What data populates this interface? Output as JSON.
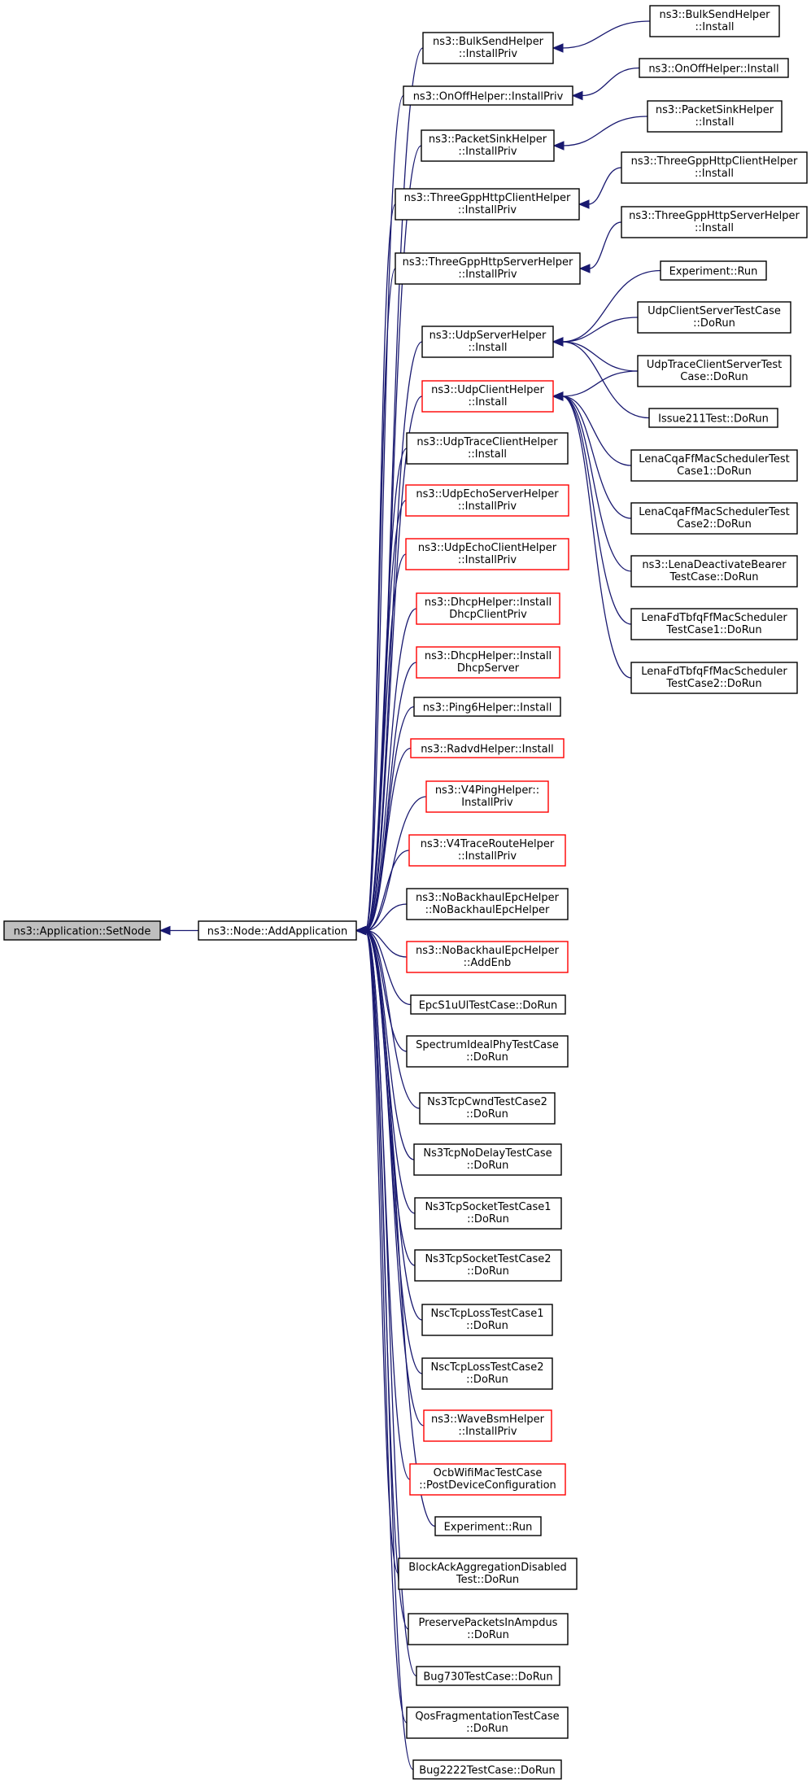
{
  "colors": {
    "edge": "#191970",
    "box_normal": "#000000",
    "box_truncated": "#ff0000",
    "box_root_fill": "#bfbfbf",
    "background": "#ffffff"
  },
  "graph": {
    "root": {
      "id": "root",
      "lines": [
        "ns3::Application::SetNode"
      ],
      "style": "root"
    },
    "hub": {
      "id": "hub",
      "lines": [
        "ns3::Node::AddApplication"
      ],
      "style": "normal"
    },
    "nodes": [
      {
        "id": "bulk",
        "lines": [
          "ns3::BulkSendHelper",
          "::InstallPriv"
        ],
        "style": "normal"
      },
      {
        "id": "onoff",
        "lines": [
          "ns3::OnOffHelper::InstallPriv"
        ],
        "style": "normal"
      },
      {
        "id": "sink",
        "lines": [
          "ns3::PacketSinkHelper",
          "::InstallPriv"
        ],
        "style": "normal"
      },
      {
        "id": "httpc",
        "lines": [
          "ns3::ThreeGppHttpClientHelper",
          "::InstallPriv"
        ],
        "style": "normal"
      },
      {
        "id": "https",
        "lines": [
          "ns3::ThreeGppHttpServerHelper",
          "::InstallPriv"
        ],
        "style": "normal"
      },
      {
        "id": "udpserver",
        "lines": [
          "ns3::UdpServerHelper",
          "::Install"
        ],
        "style": "normal"
      },
      {
        "id": "udpclient",
        "lines": [
          "ns3::UdpClientHelper",
          "::Install"
        ],
        "style": "truncated"
      },
      {
        "id": "udptrace",
        "lines": [
          "ns3::UdpTraceClientHelper",
          "::Install"
        ],
        "style": "normal"
      },
      {
        "id": "echoserver",
        "lines": [
          "ns3::UdpEchoServerHelper",
          "::InstallPriv"
        ],
        "style": "truncated"
      },
      {
        "id": "echoclient",
        "lines": [
          "ns3::UdpEchoClientHelper",
          "::InstallPriv"
        ],
        "style": "truncated"
      },
      {
        "id": "dhcpclient",
        "lines": [
          "ns3::DhcpHelper::Install",
          "DhcpClientPriv"
        ],
        "style": "truncated"
      },
      {
        "id": "dhcpserver",
        "lines": [
          "ns3::DhcpHelper::Install",
          "DhcpServer"
        ],
        "style": "truncated"
      },
      {
        "id": "ping6",
        "lines": [
          "ns3::Ping6Helper::Install"
        ],
        "style": "normal"
      },
      {
        "id": "radvd",
        "lines": [
          "ns3::RadvdHelper::Install"
        ],
        "style": "truncated"
      },
      {
        "id": "v4ping",
        "lines": [
          "ns3::V4PingHelper::",
          "InstallPriv"
        ],
        "style": "truncated"
      },
      {
        "id": "v4trace",
        "lines": [
          "ns3::V4TraceRouteHelper",
          "::InstallPriv"
        ],
        "style": "truncated"
      },
      {
        "id": "nobackhaul",
        "lines": [
          "ns3::NoBackhaulEpcHelper",
          "::NoBackhaulEpcHelper"
        ],
        "style": "normal"
      },
      {
        "id": "addenb",
        "lines": [
          "ns3::NoBackhaulEpcHelper",
          "::AddEnb"
        ],
        "style": "truncated"
      },
      {
        "id": "epcs1u",
        "lines": [
          "EpcS1uUlTestCase::DoRun"
        ],
        "style": "normal"
      },
      {
        "id": "spectrum",
        "lines": [
          "SpectrumIdealPhyTestCase",
          "::DoRun"
        ],
        "style": "normal"
      },
      {
        "id": "cwnd",
        "lines": [
          "Ns3TcpCwndTestCase2",
          "::DoRun"
        ],
        "style": "normal"
      },
      {
        "id": "nodelay",
        "lines": [
          "Ns3TcpNoDelayTestCase",
          "::DoRun"
        ],
        "style": "normal"
      },
      {
        "id": "sock1",
        "lines": [
          "Ns3TcpSocketTestCase1",
          "::DoRun"
        ],
        "style": "normal"
      },
      {
        "id": "sock2",
        "lines": [
          "Ns3TcpSocketTestCase2",
          "::DoRun"
        ],
        "style": "normal"
      },
      {
        "id": "nsc1",
        "lines": [
          "NscTcpLossTestCase1",
          "::DoRun"
        ],
        "style": "normal"
      },
      {
        "id": "nsc2",
        "lines": [
          "NscTcpLossTestCase2",
          "::DoRun"
        ],
        "style": "normal"
      },
      {
        "id": "wavebsm",
        "lines": [
          "ns3::WaveBsmHelper",
          "::InstallPriv"
        ],
        "style": "truncated"
      },
      {
        "id": "ocb",
        "lines": [
          "OcbWifiMacTestCase",
          "::PostDeviceConfiguration"
        ],
        "style": "truncated"
      },
      {
        "id": "exprun2",
        "lines": [
          "Experiment::Run"
        ],
        "style": "normal"
      },
      {
        "id": "blockack",
        "lines": [
          "BlockAckAggregationDisabled",
          "Test::DoRun"
        ],
        "style": "normal"
      },
      {
        "id": "preserve",
        "lines": [
          "PreservePacketsInAmpdus",
          "::DoRun"
        ],
        "style": "normal"
      },
      {
        "id": "bug730",
        "lines": [
          "Bug730TestCase::DoRun"
        ],
        "style": "normal"
      },
      {
        "id": "qosfrag",
        "lines": [
          "QosFragmentationTestCase",
          "::DoRun"
        ],
        "style": "normal"
      },
      {
        "id": "bug2222",
        "lines": [
          "Bug2222TestCase::DoRun"
        ],
        "style": "normal"
      },
      {
        "id": "bulkinstall",
        "lines": [
          "ns3::BulkSendHelper",
          "::Install"
        ],
        "style": "normal"
      },
      {
        "id": "onoffinstall",
        "lines": [
          "ns3::OnOffHelper::Install"
        ],
        "style": "normal"
      },
      {
        "id": "sinkinstall",
        "lines": [
          "ns3::PacketSinkHelper",
          "::Install"
        ],
        "style": "normal"
      },
      {
        "id": "httpcinstall",
        "lines": [
          "ns3::ThreeGppHttpClientHelper",
          "::Install"
        ],
        "style": "normal"
      },
      {
        "id": "httpsinstall",
        "lines": [
          "ns3::ThreeGppHttpServerHelper",
          "::Install"
        ],
        "style": "normal"
      },
      {
        "id": "exprun1",
        "lines": [
          "Experiment::Run"
        ],
        "style": "normal"
      },
      {
        "id": "udpcs",
        "lines": [
          "UdpClientServerTestCase",
          "::DoRun"
        ],
        "style": "normal"
      },
      {
        "id": "udptcs",
        "lines": [
          "UdpTraceClientServerTest",
          "Case::DoRun"
        ],
        "style": "normal"
      },
      {
        "id": "issue211",
        "lines": [
          "Issue211Test::DoRun"
        ],
        "style": "normal"
      },
      {
        "id": "cqa1",
        "lines": [
          "LenaCqaFfMacSchedulerTest",
          "Case1::DoRun"
        ],
        "style": "normal"
      },
      {
        "id": "cqa2",
        "lines": [
          "LenaCqaFfMacSchedulerTest",
          "Case2::DoRun"
        ],
        "style": "normal"
      },
      {
        "id": "deactivate",
        "lines": [
          "ns3::LenaDeactivateBearer",
          "TestCase::DoRun"
        ],
        "style": "normal"
      },
      {
        "id": "fdtbfq1",
        "lines": [
          "LenaFdTbfqFfMacScheduler",
          "TestCase1::DoRun"
        ],
        "style": "normal"
      },
      {
        "id": "fdtbfq2",
        "lines": [
          "LenaFdTbfqFfMacScheduler",
          "TestCase2::DoRun"
        ],
        "style": "normal"
      }
    ],
    "edges": [
      {
        "from": "hub",
        "to": "root"
      },
      {
        "from": "bulk",
        "to": "hub"
      },
      {
        "from": "onoff",
        "to": "hub"
      },
      {
        "from": "sink",
        "to": "hub"
      },
      {
        "from": "httpc",
        "to": "hub"
      },
      {
        "from": "https",
        "to": "hub"
      },
      {
        "from": "udpserver",
        "to": "hub"
      },
      {
        "from": "udpclient",
        "to": "hub"
      },
      {
        "from": "udptrace",
        "to": "hub"
      },
      {
        "from": "echoserver",
        "to": "hub"
      },
      {
        "from": "echoclient",
        "to": "hub"
      },
      {
        "from": "dhcpclient",
        "to": "hub"
      },
      {
        "from": "dhcpserver",
        "to": "hub"
      },
      {
        "from": "ping6",
        "to": "hub"
      },
      {
        "from": "radvd",
        "to": "hub"
      },
      {
        "from": "v4ping",
        "to": "hub"
      },
      {
        "from": "v4trace",
        "to": "hub"
      },
      {
        "from": "nobackhaul",
        "to": "hub"
      },
      {
        "from": "addenb",
        "to": "hub"
      },
      {
        "from": "epcs1u",
        "to": "hub"
      },
      {
        "from": "spectrum",
        "to": "hub"
      },
      {
        "from": "cwnd",
        "to": "hub"
      },
      {
        "from": "nodelay",
        "to": "hub"
      },
      {
        "from": "sock1",
        "to": "hub"
      },
      {
        "from": "sock2",
        "to": "hub"
      },
      {
        "from": "nsc1",
        "to": "hub"
      },
      {
        "from": "nsc2",
        "to": "hub"
      },
      {
        "from": "wavebsm",
        "to": "hub"
      },
      {
        "from": "ocb",
        "to": "hub"
      },
      {
        "from": "exprun2",
        "to": "hub"
      },
      {
        "from": "blockack",
        "to": "hub"
      },
      {
        "from": "preserve",
        "to": "hub"
      },
      {
        "from": "bug730",
        "to": "hub"
      },
      {
        "from": "qosfrag",
        "to": "hub"
      },
      {
        "from": "bug2222",
        "to": "hub"
      },
      {
        "from": "bulkinstall",
        "to": "bulk"
      },
      {
        "from": "onoffinstall",
        "to": "onoff"
      },
      {
        "from": "sinkinstall",
        "to": "sink"
      },
      {
        "from": "httpcinstall",
        "to": "httpc"
      },
      {
        "from": "httpsinstall",
        "to": "https"
      },
      {
        "from": "exprun1",
        "to": "udpserver"
      },
      {
        "from": "udpcs",
        "to": "udpserver"
      },
      {
        "from": "udptcs",
        "to": "udpserver"
      },
      {
        "from": "issue211",
        "to": "udpserver"
      },
      {
        "from": "udptcs",
        "to": "udpclient"
      },
      {
        "from": "cqa1",
        "to": "udpclient"
      },
      {
        "from": "cqa2",
        "to": "udpclient"
      },
      {
        "from": "deactivate",
        "to": "udpclient"
      },
      {
        "from": "fdtbfq1",
        "to": "udpclient"
      },
      {
        "from": "fdtbfq2",
        "to": "udpclient"
      }
    ]
  }
}
